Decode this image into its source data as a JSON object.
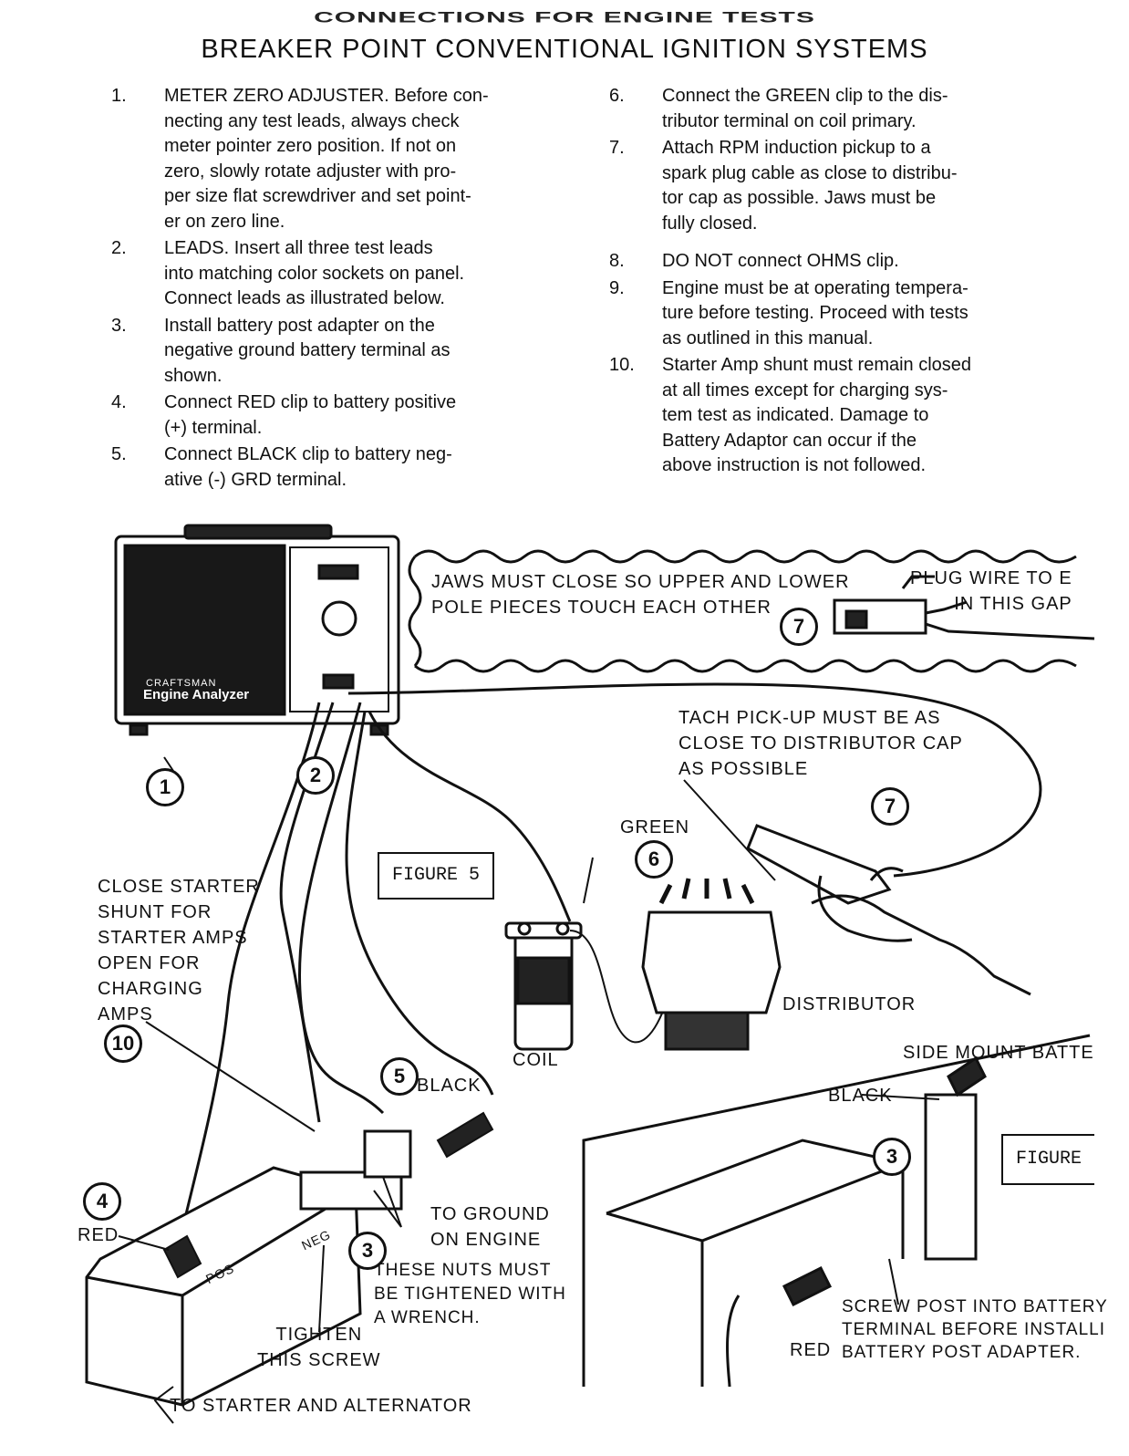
{
  "header": {
    "title_top": "CONNECTIONS FOR ENGINE TESTS",
    "title": "BREAKER POINT CONVENTIONAL IGNITION SYSTEMS"
  },
  "instructions_left": [
    {
      "num": "1.",
      "text": "METER ZERO ADJUSTER.  Before con-\nnecting any test leads, always check\nmeter pointer zero position.  If not on\nzero, slowly rotate adjuster with pro-\nper size flat screwdriver and set point-\ner on zero line."
    },
    {
      "num": "2.",
      "text": "LEADS.  Insert all three test leads\ninto matching color sockets on panel.\nConnect leads as illustrated below."
    },
    {
      "num": "3.",
      "text": "Install battery post adapter on the\nnegative ground battery terminal as\nshown."
    },
    {
      "num": "4.",
      "text": "Connect RED clip to battery positive\n(+) terminal."
    },
    {
      "num": "5.",
      "text": "Connect BLACK clip to battery neg-\native (-) GRD terminal."
    }
  ],
  "instructions_right": [
    {
      "num": "6.",
      "text": "Connect the GREEN clip to the dis-\ntributor terminal on coil primary."
    },
    {
      "num": "7.",
      "text": "Attach RPM induction pickup to a\nspark plug cable as close to distribu-\ntor cap as possible.  Jaws must be\nfully closed."
    },
    {
      "num": "8.",
      "text": "DO NOT connect OHMS clip."
    },
    {
      "num": "9.",
      "text": "Engine must be at operating tempera-\nture before testing.  Proceed with tests\nas outlined in this manual."
    },
    {
      "num": "10.",
      "text": "Starter Amp shunt must remain closed\nat all times except for charging sys-\ntem test as indicated.  Damage to\nBattery Adaptor can occur if the\nabove instruction is not followed."
    }
  ],
  "figure": {
    "analyzer_brand": "CRAFTSMAN",
    "analyzer_name": "Engine Analyzer",
    "jaws_note": "JAWS MUST CLOSE SO UPPER AND LOWER\nPOLE PIECES TOUCH EACH OTHER",
    "plug_wire_note": "PLUG  WIRE  TO  E\nIN  THIS  GAP",
    "tach_note": "TACH PICK-UP MUST BE AS\nCLOSE TO DISTRIBUTOR CAP\nAS POSSIBLE",
    "figure5_label": "FIGURE 5",
    "figure6_label": "FIGURE",
    "green_label": "GREEN",
    "coil_label": "COIL",
    "distributor_label": "DISTRIBUTOR",
    "shunt_note": "CLOSE STARTER\nSHUNT FOR\nSTARTER AMPS\nOPEN FOR\nCHARGING\nAMPS",
    "black_label": "BLACK",
    "red_label": "RED",
    "ground_note": "TO GROUND\nON ENGINE",
    "nuts_note": "THESE  NUTS  MUST\nBE TIGHTENED WITH\nA WRENCH.",
    "screw_note": "TIGHTEN\nTHIS SCREW",
    "starter_note": "TO STARTER AND ALTERNATOR",
    "side_mount_note": "SIDE MOUNT BATTE",
    "black_label_2": "BLACK",
    "red_label_2": "RED",
    "screw_post_note": "SCREW POST INTO BATTERY\nTERMINAL BEFORE INSTALLI\nBATTERY POST ADAPTER.",
    "battery_pos": "POS",
    "battery_neg": "NEG",
    "callouts": [
      "1",
      "2",
      "3",
      "4",
      "5",
      "6",
      "7",
      "7",
      "10",
      "3"
    ]
  }
}
